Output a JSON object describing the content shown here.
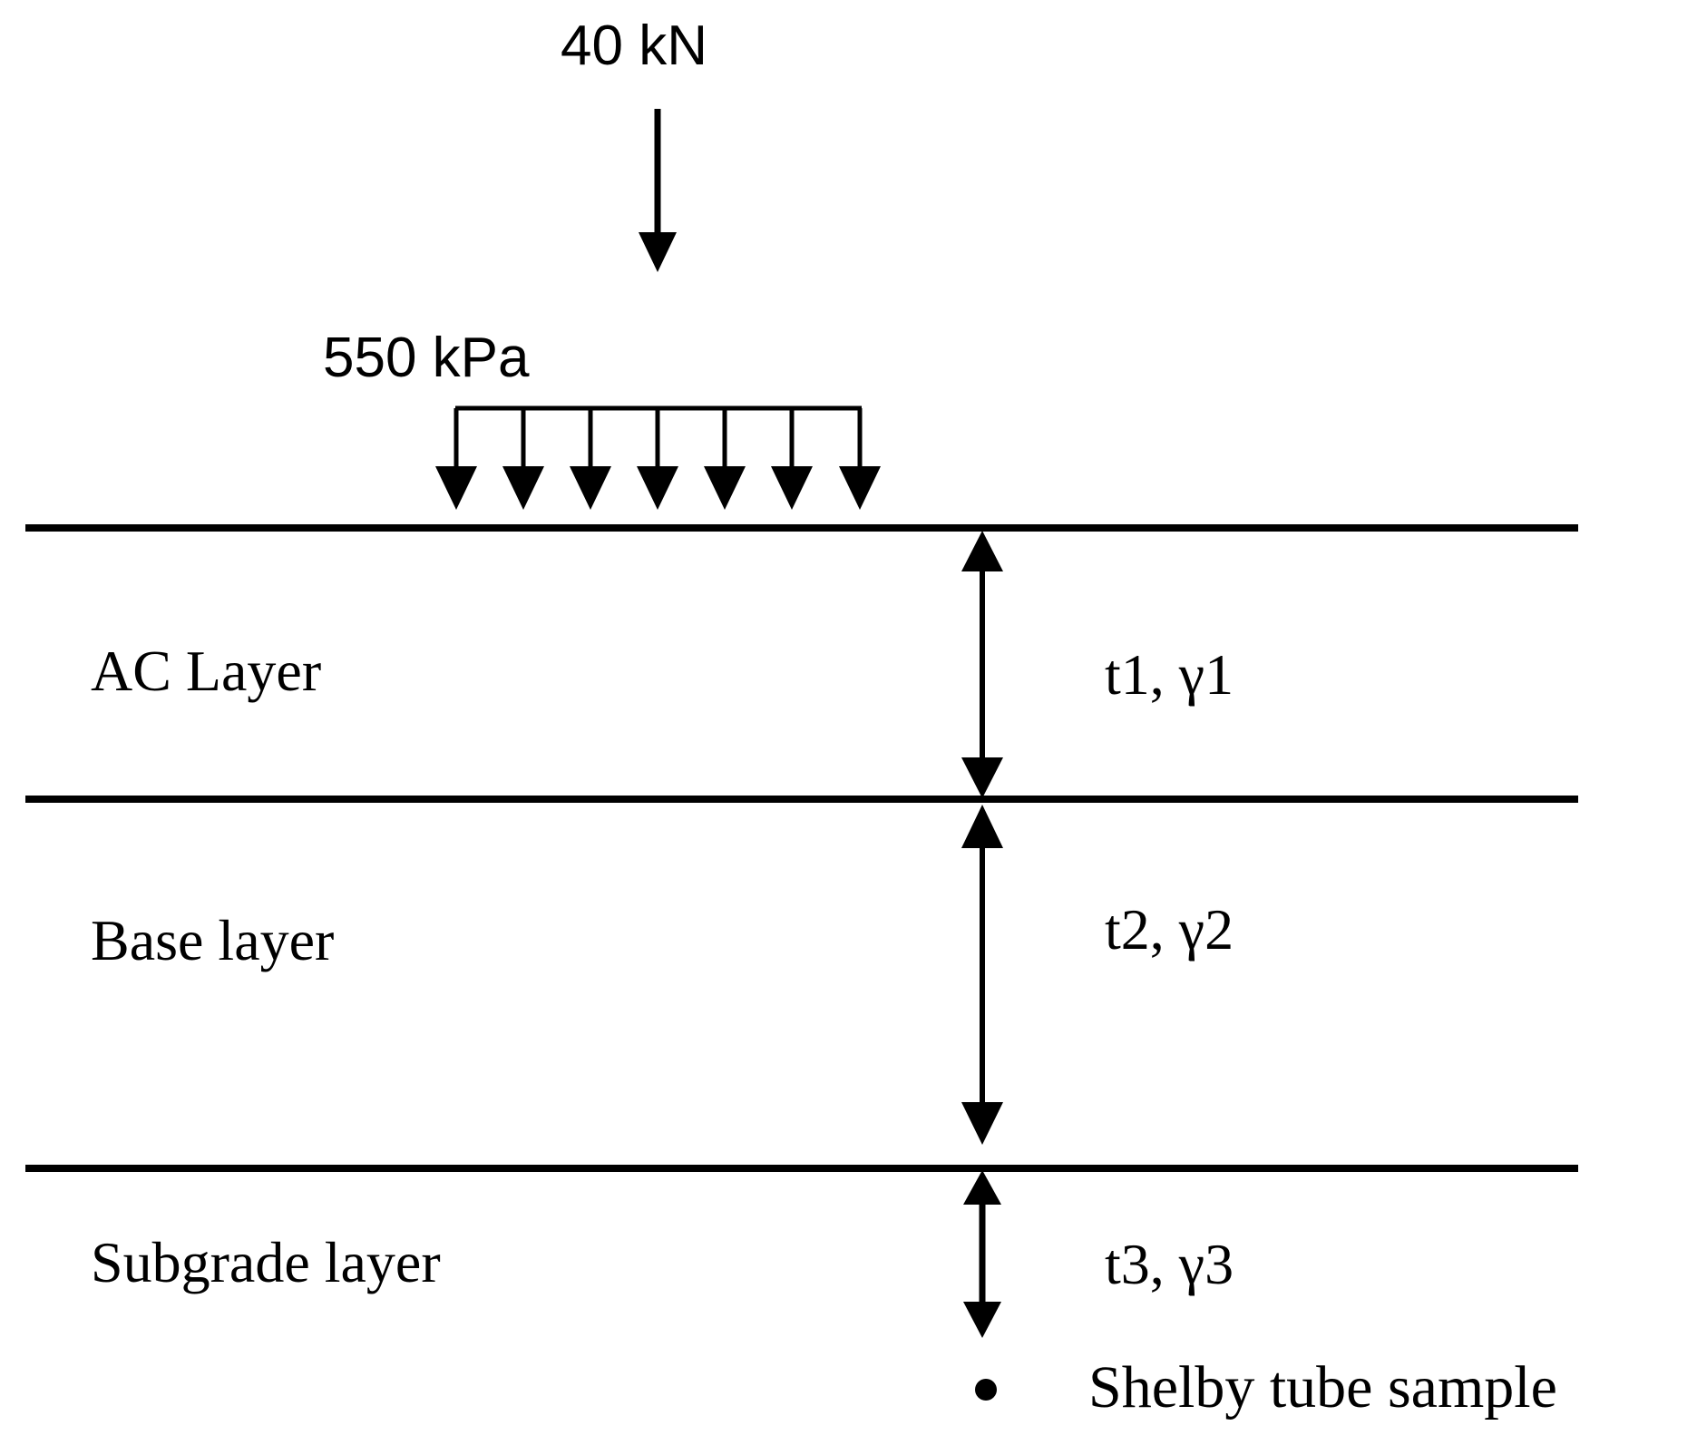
{
  "load": {
    "value": "40 kN"
  },
  "pressure": {
    "value": "550 kPa"
  },
  "layers": [
    {
      "name": "AC Layer",
      "properties": "t1, γ1"
    },
    {
      "name": "Base layer",
      "properties": "t2, γ2"
    },
    {
      "name": "Subgrade layer",
      "properties": "t3, γ3"
    }
  ],
  "sample": {
    "label": "Shelby tube sample"
  },
  "colors": {
    "stroke": "#000000",
    "background": "#ffffff"
  }
}
